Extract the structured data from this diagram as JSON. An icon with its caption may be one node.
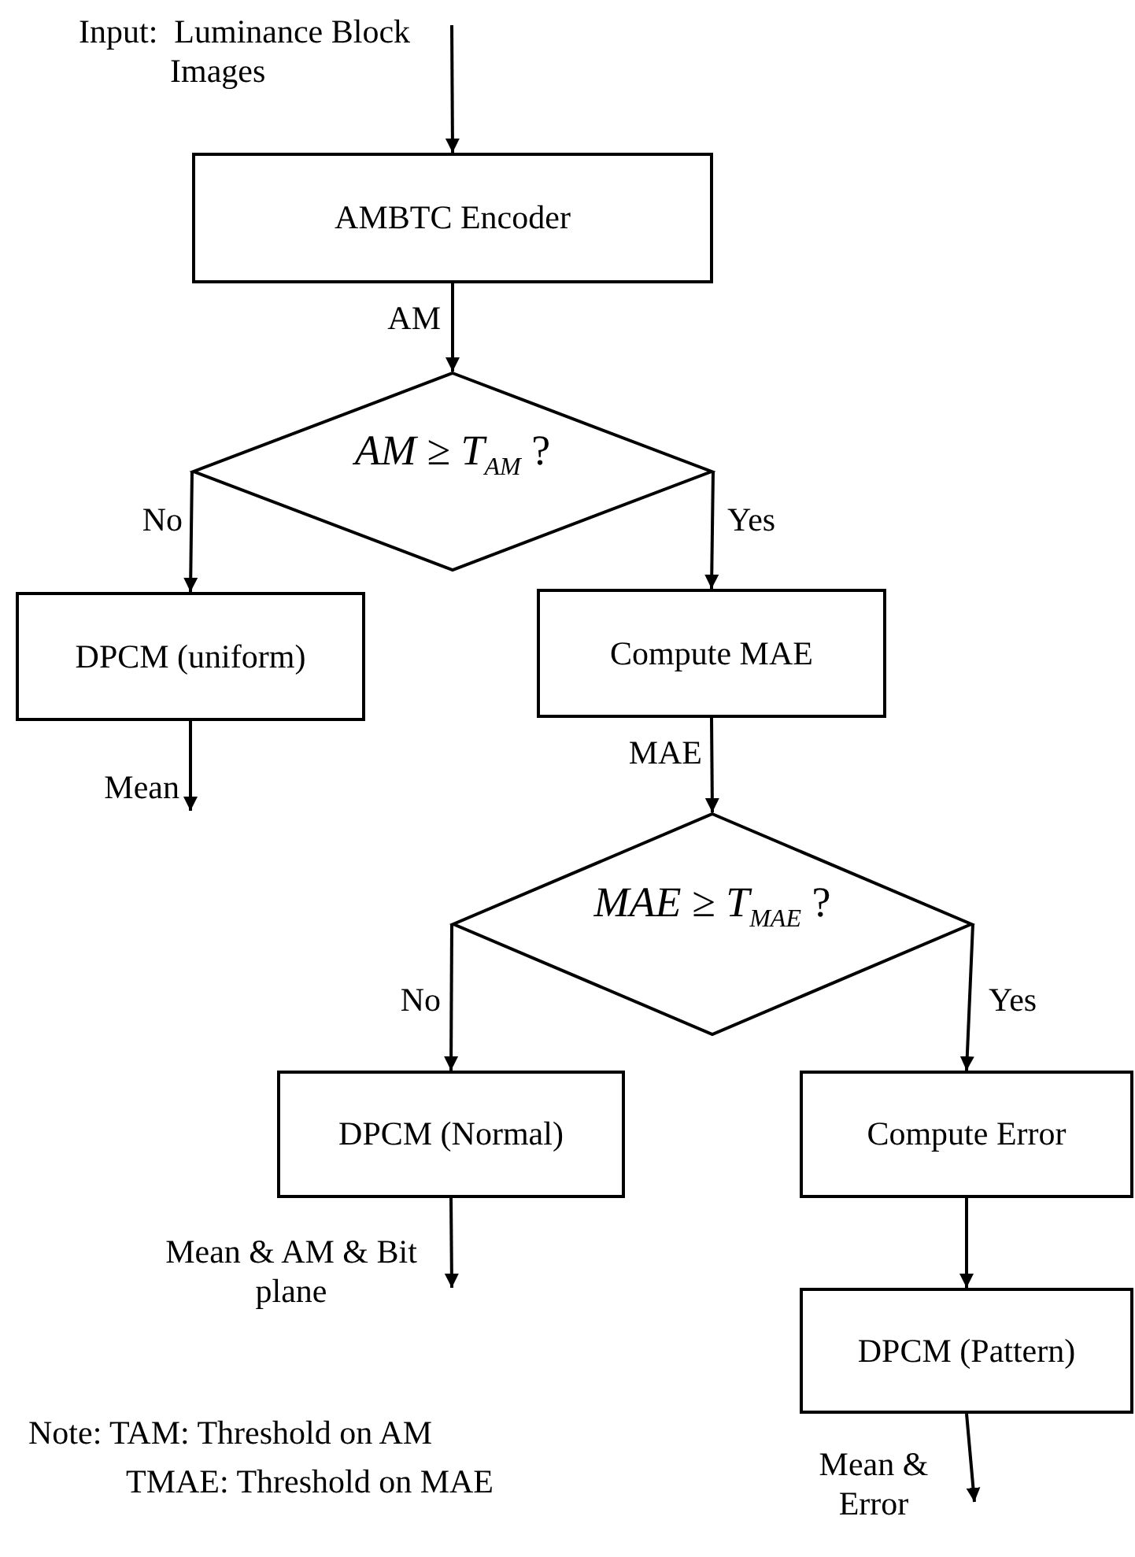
{
  "diagram": {
    "nodes": [
      {
        "text": [
          "AMBTC Encoder"
        ]
      },
      {
        "text": [
          "*AM ≥ T*$_{AM}$ ?"
        ]
      },
      {
        "text": [
          "DPCM (uniform)"
        ]
      },
      {
        "text": [
          "Compute MAE"
        ]
      },
      {
        "text": [
          "*MAE ≥ T*$_{MAE}$ ?"
        ]
      },
      {
        "text": [
          "DPCM (Normal)"
        ]
      },
      {
        "text": [
          "Compute Error"
        ]
      },
      {
        "text": [
          "DPCM (Pattern)"
        ]
      }
    ],
    "edges": [
      {
        "from": null,
        "to": 0,
        "arrow": "to",
        "label": "Input:  Luminance Block Images"
      },
      {
        "from": 0,
        "to": 1,
        "arrow": "to",
        "label": "AM"
      },
      {
        "from": 1,
        "to": 2,
        "arrow": "to",
        "label": "No"
      },
      {
        "from": 1,
        "to": 3,
        "arrow": "to",
        "label": "Yes"
      },
      {
        "from": 2,
        "to": null,
        "arrow": "to",
        "label": "Mean"
      },
      {
        "from": 3,
        "to": 4,
        "arrow": "to",
        "label": "MAE"
      },
      {
        "from": 4,
        "to": 5,
        "arrow": "to",
        "label": "No"
      },
      {
        "from": 4,
        "to": 6,
        "arrow": "to",
        "label": "Yes"
      },
      {
        "from": 5,
        "to": null,
        "arrow": "to",
        "label": "Mean & AM & Bit plane"
      },
      {
        "from": 6,
        "to": 7,
        "arrow": "to"
      },
      {
        "from": 7,
        "to": null,
        "arrow": "to",
        "label": "Mean & Error"
      }
    ],
    "labels": [
      "Note: TAM: Threshold on AM",
      "TMAE: Threshold on MAE"
    ]
  }
}
